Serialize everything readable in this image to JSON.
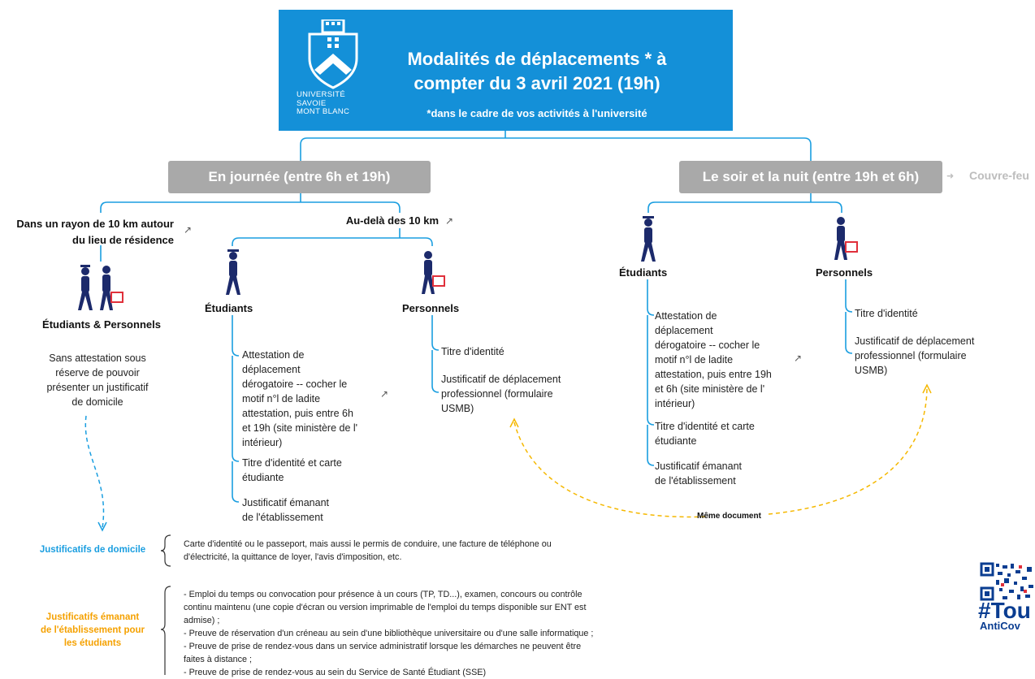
{
  "header": {
    "university_lines": [
      "UNIVERSITÉ",
      "SAVOIE",
      "MONT BLANC"
    ],
    "title_line1": "Modalités de déplacements * à",
    "title_line2": "compter du 3 avril 2021 (19h)",
    "subtitle": "*dans le cadre de vos activités à l'université"
  },
  "day": {
    "label": "En journée (entre 6h et 19h)",
    "radius": {
      "title_line1": "Dans un rayon de 10 km autour",
      "title_line2": "du lieu de résidence",
      "audience": "Étudiants & Personnels",
      "note_lines": [
        "Sans attestation sous",
        "réserve de pouvoir",
        "présenter un justificatif",
        "de domicile"
      ]
    },
    "beyond": {
      "title": "Au-delà des 10 km",
      "students": {
        "label": "Étudiants",
        "items": [
          {
            "lines": [
              "Attestation de",
              "déplacement",
              "dérogatoire -- cocher le",
              "motif n°l de ladite",
              "attestation, puis entre 6h",
              "et 19h (site ministère de l'",
              "intérieur)"
            ]
          },
          {
            "lines": [
              "Titre d'identité et carte",
              "étudiante"
            ]
          },
          {
            "lines": [
              "Justificatif émanant",
              "de l'établissement"
            ]
          }
        ]
      },
      "staff": {
        "label": "Personnels",
        "items": [
          {
            "lines": [
              "Titre d'identité"
            ]
          },
          {
            "lines": [
              "Justificatif de déplacement",
              "professionnel (formulaire",
              "USMB)"
            ]
          }
        ]
      }
    }
  },
  "night": {
    "label": "Le soir et la nuit (entre 19h et 6h)",
    "curfew_label": "Couvre-feu",
    "students": {
      "label": "Étudiants",
      "items": [
        {
          "lines": [
            "Attestation de",
            "déplacement",
            "dérogatoire -- cocher le",
            "motif n°l de ladite",
            "attestation, puis entre 19h",
            "et 6h (site ministère de l'",
            "intérieur)"
          ]
        },
        {
          "lines": [
            "Titre d'identité et carte",
            "étudiante"
          ]
        },
        {
          "lines": [
            "Justificatif émanant",
            "de l'établissement"
          ]
        }
      ]
    },
    "staff": {
      "label": "Personnels",
      "items": [
        {
          "lines": [
            "Titre d'identité"
          ]
        },
        {
          "lines": [
            "Justificatif de déplacement",
            "professionnel (formulaire",
            "USMB)"
          ]
        }
      ]
    }
  },
  "same_document": "Même document",
  "footnotes": {
    "domicile": {
      "label": "Justificatifs de domicile",
      "lines": [
        "Carte d'identité ou le passeport, mais aussi le permis de conduire, une facture de téléphone ou",
        "d'électricité, la quittance de loyer, l'avis d'imposition, etc."
      ]
    },
    "etablissement": {
      "label_lines": [
        "Justificatifs émanant",
        "de l'établissement pour",
        "les étudiants"
      ],
      "lines": [
        "- Emploi du temps ou convocation pour présence à un cours (TP, TD...), examen, concours ou contrôle",
        "continu maintenu (une copie d'écran ou version imprimable de l'emploi du temps disponible sur ENT est",
        "admise) ;",
        "- Preuve de réservation d'un créneau au sein d'une bibliothèque universitaire ou d'une salle informatique ;",
        "- Preuve de prise de rendez-vous dans un service administratif lorsque les démarches ne peuvent être",
        "faites à distance ;",
        "- Preuve de prise de rendez-vous au sein du Service de Santé Étudiant (SSE)"
      ]
    }
  },
  "badge": {
    "hashtag": "#Tou",
    "sub": "AntiCov"
  },
  "colors": {
    "header_blue": "#1490d8",
    "connector_blue": "#1a9ee0",
    "grey_box": "#a9a9a9",
    "dashed_yellow": "#f5b800",
    "orange_label": "#f5a100",
    "figure_navy": "#1c2a6b",
    "briefcase_red": "#e0303b"
  }
}
